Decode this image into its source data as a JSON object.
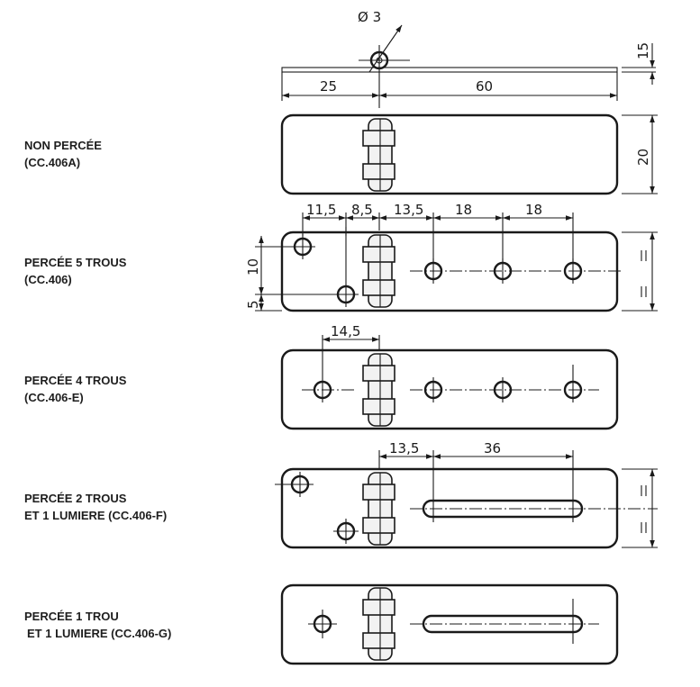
{
  "top_view": {
    "pin_diameter": "Ø 3",
    "left_length": "25",
    "right_length": "60",
    "thickness": "15"
  },
  "variants": [
    {
      "lines": [
        "NON PERCÉE",
        "(CC.406A)"
      ],
      "dims": {
        "width": "20"
      }
    },
    {
      "lines": [
        "PERCÉE 5 TROUS",
        "(CC.406)"
      ],
      "dims": {
        "a": "11,5",
        "b": "8,5",
        "c": "13,5",
        "d": "18",
        "e": "18",
        "v1": "10",
        "v2": "5"
      }
    },
    {
      "lines": [
        "PERCÉE 4 TROUS",
        "(CC.406-E)"
      ],
      "dims": {
        "a": "14,5"
      }
    },
    {
      "lines": [
        "PERCÉE 2 TROUS",
        "ET 1 LUMIERE (CC.406-F)"
      ],
      "dims": {
        "a": "13,5",
        "b": "36"
      }
    },
    {
      "lines": [
        "PERCÉE 1 TROU",
        "ET 1 LUMIERE (CC.406-G)"
      ],
      "dims": {}
    }
  ],
  "colors": {
    "ink": "#1a1a1a",
    "paper": "#ffffff"
  }
}
